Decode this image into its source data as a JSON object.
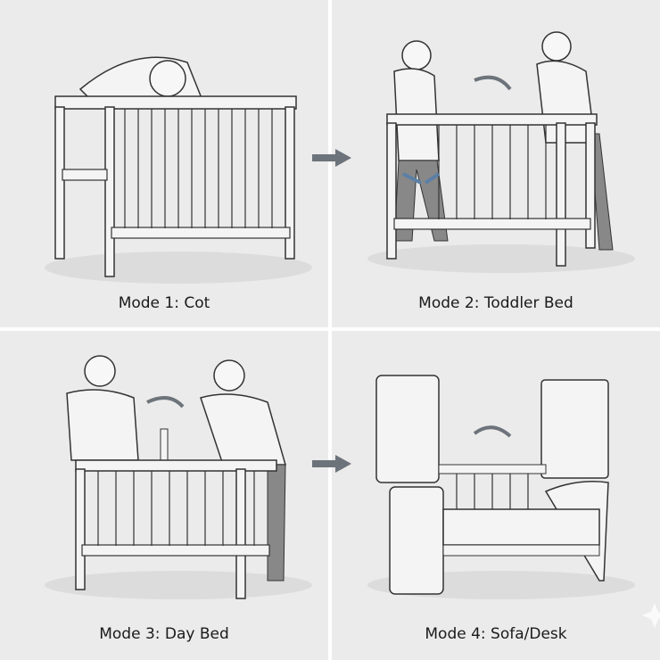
{
  "panels": [
    {
      "caption": "Mode 1: Cot"
    },
    {
      "caption": "Mode 2: Toddler Bed"
    },
    {
      "caption": "Mode 3: Day Bed"
    },
    {
      "caption": "Mode 4: Sofa/Desk"
    }
  ],
  "colors": {
    "background": "#ebebeb",
    "line": "#333333",
    "arrow": "#6d737a",
    "accent": "#5b7fa6"
  }
}
